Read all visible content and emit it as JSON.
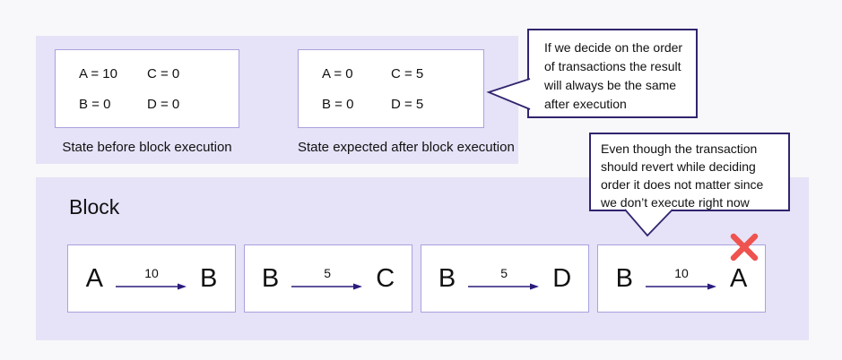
{
  "palette": {
    "page_bg": "#f8f8fa",
    "region_bg": "#e6e2f7",
    "box_border": "#a9a2e0",
    "callout_border": "#32246e",
    "arrow": "#2a1c7c",
    "reject_x": "#ee534f"
  },
  "state_before": {
    "cells": [
      "A = 10",
      "C = 0",
      "B = 0",
      "D = 0"
    ],
    "caption": "State before block execution"
  },
  "state_after": {
    "cells": [
      "A = 0",
      "C = 5",
      "B = 0",
      "D = 5"
    ],
    "caption": "State expected after block execution"
  },
  "callout_order": {
    "lines": [
      "If we decide on the order",
      "of transactions the result",
      "will always be the same",
      "after execution"
    ]
  },
  "callout_revert": {
    "lines": [
      "Even though the transaction",
      "should revert while deciding",
      "order it does not matter since",
      "we don’t execute right now"
    ]
  },
  "block": {
    "title": "Block",
    "transactions": [
      {
        "from": "A",
        "amount": "10",
        "to": "B",
        "rejected": false
      },
      {
        "from": "B",
        "amount": "5",
        "to": "C",
        "rejected": false
      },
      {
        "from": "B",
        "amount": "5",
        "to": "D",
        "rejected": false
      },
      {
        "from": "B",
        "amount": "10",
        "to": "A",
        "rejected": true
      }
    ]
  }
}
